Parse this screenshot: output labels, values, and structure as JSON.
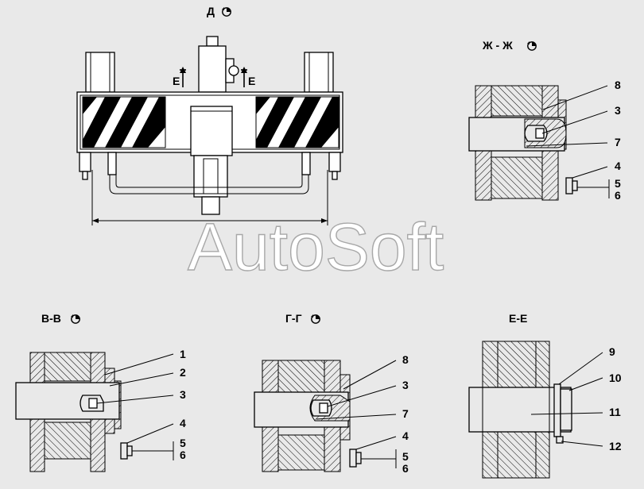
{
  "watermark": "AutoSoft",
  "views": {
    "d": {
      "title": "Д",
      "section_left": "Е",
      "section_right": "Е"
    },
    "zh": {
      "title": "Ж - Ж",
      "callouts": [
        "8",
        "3",
        "7",
        "4",
        "5",
        "6"
      ]
    },
    "v": {
      "title": "В-В",
      "callouts": [
        "1",
        "2",
        "3",
        "4",
        "5",
        "6"
      ]
    },
    "g": {
      "title": "Г-Г",
      "callouts": [
        "8",
        "3",
        "7",
        "4",
        "5",
        "6"
      ]
    },
    "e": {
      "title": "Е-Е",
      "callouts": [
        "9",
        "10",
        "11",
        "12"
      ]
    }
  },
  "icons": {
    "view_marker": "rotation-icon"
  },
  "colors": {
    "background": "#e9e9e9",
    "line": "#000000",
    "watermark_stroke": "#a8a8a8"
  }
}
